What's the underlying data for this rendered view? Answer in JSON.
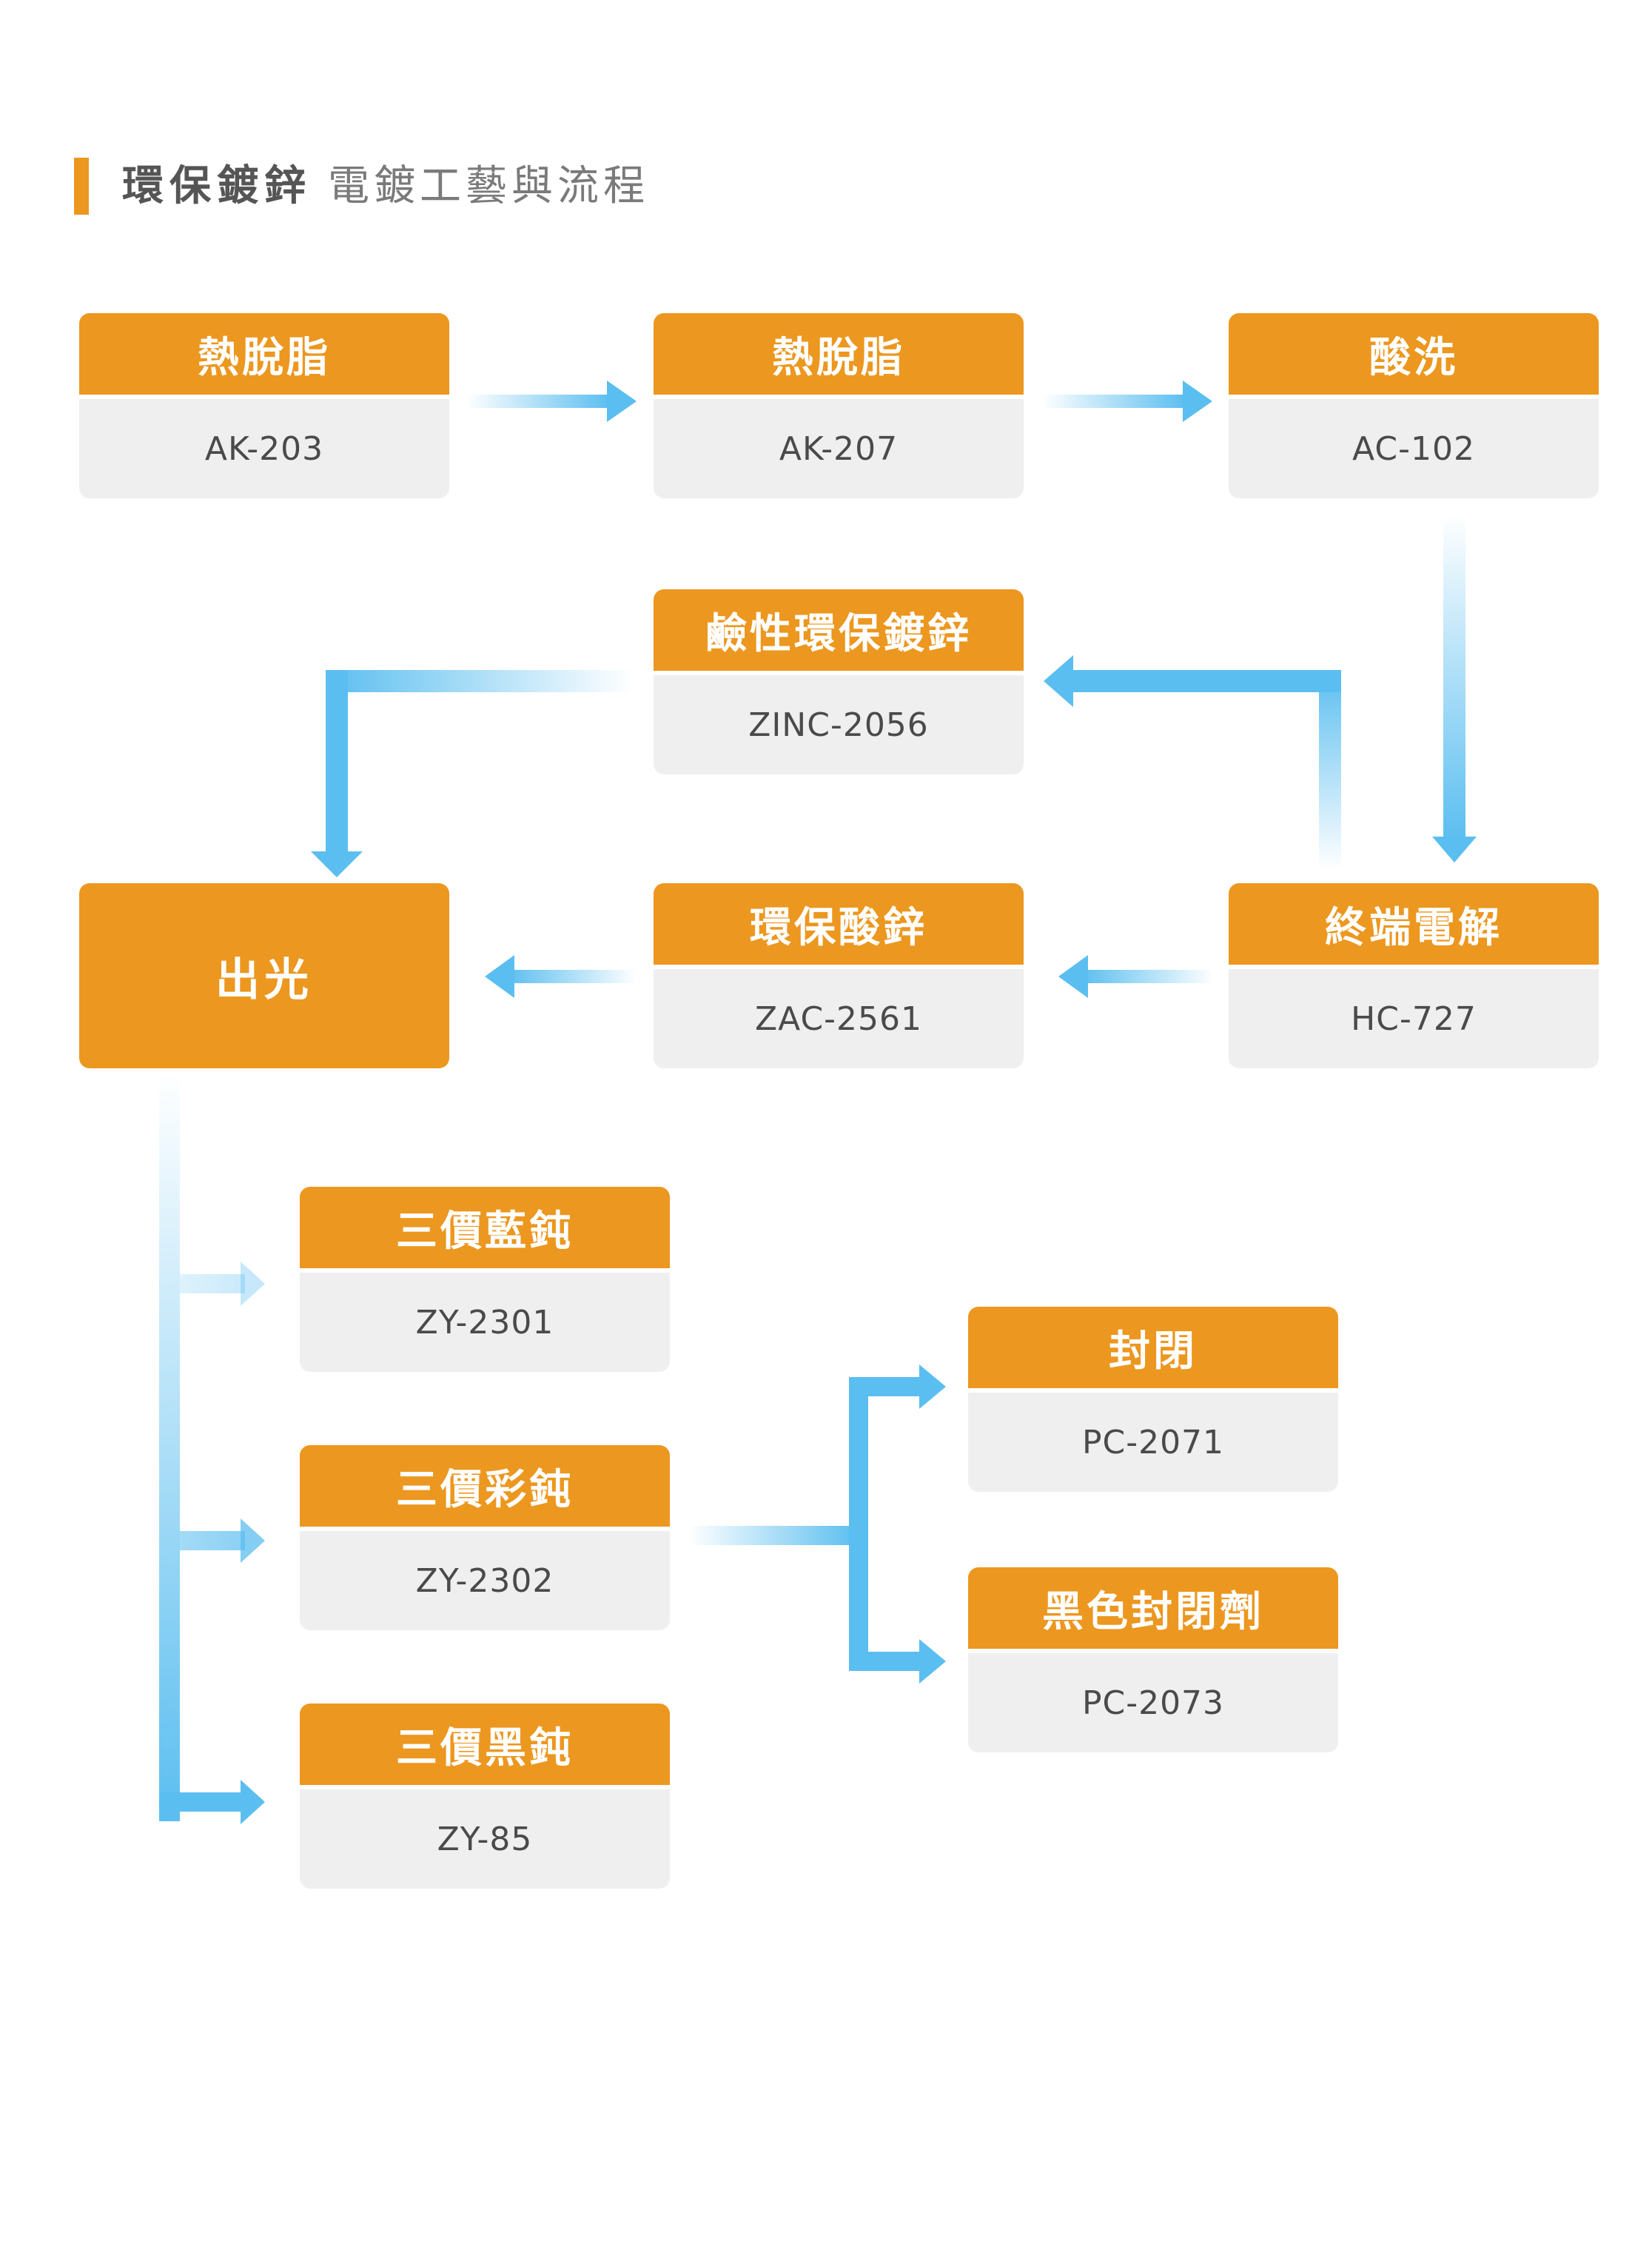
{
  "title": {
    "bold": "環保鍍鋅",
    "light": "電鍍工藝與流程"
  },
  "nodes": {
    "degrease1": {
      "name": "熱脫脂",
      "code": "AK-203"
    },
    "degrease2": {
      "name": "熱脫脂",
      "code": "AK-207"
    },
    "pickling": {
      "name": "酸洗",
      "code": "AC-102"
    },
    "alkaline_zinc": {
      "name": "鹼性環保鍍鋅",
      "code": "ZINC-2056"
    },
    "final_electrolysis": {
      "name": "終端電解",
      "code": "HC-727"
    },
    "acid_zinc": {
      "name": "環保酸鋅",
      "code": "ZAC-2561"
    },
    "brighten": {
      "name": "出光"
    },
    "blue_passivation": {
      "name": "三價藍鈍",
      "code": "ZY-2301"
    },
    "color_passivation": {
      "name": "三價彩鈍",
      "code": "ZY-2302"
    },
    "black_passivation": {
      "name": "三價黑鈍",
      "code": "ZY-85"
    },
    "sealing": {
      "name": "封閉",
      "code": "PC-2071"
    },
    "black_sealant": {
      "name": "黑色封閉劑",
      "code": "PC-2073"
    }
  },
  "colors": {
    "accent": "#EC971F",
    "box": "#EFEFEF",
    "arrow": "#5BBEF0"
  }
}
